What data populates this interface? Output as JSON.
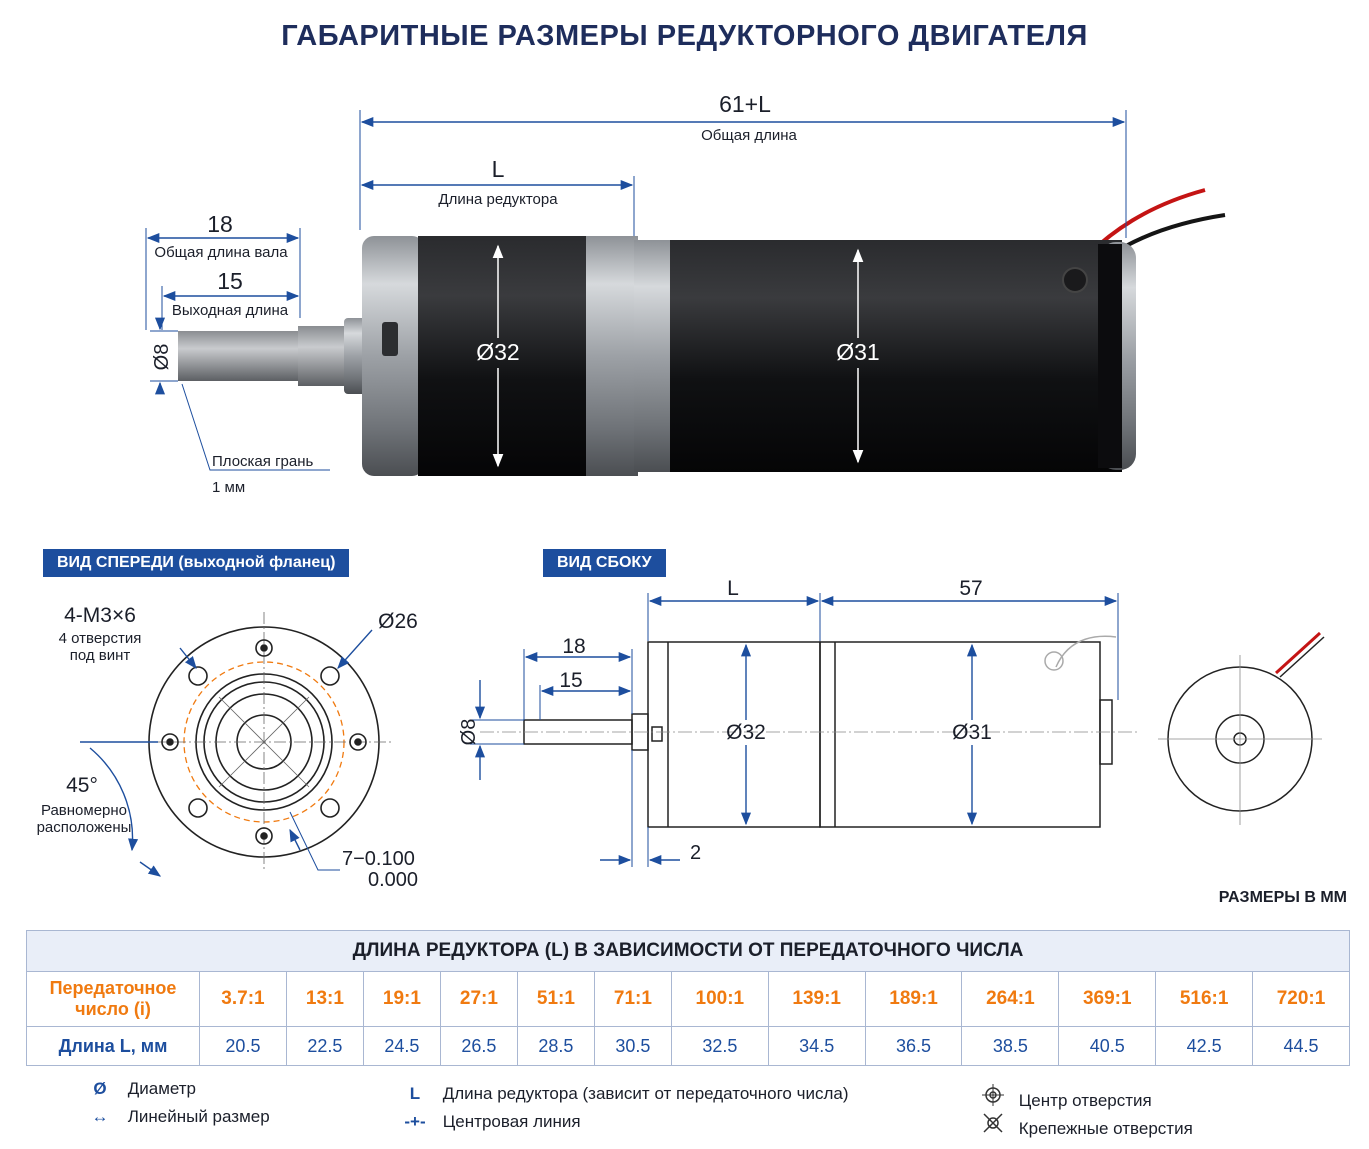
{
  "title": "ГАБАРИТНЫЕ РАЗМЕРЫ РЕДУКТОРНОГО ДВИГАТЕЛЯ",
  "top_view": {
    "overall": "61+L",
    "overall_label": "Общая длина",
    "gear_len": "L",
    "gear_len_label": "Длина редуктора",
    "shaft_total": "18",
    "shaft_total_label": "Общая длина вала",
    "shaft_out": "15",
    "shaft_out_label": "Выходная длина",
    "shaft_dia": "Ø8",
    "flat_label": "Плоская грань",
    "flat_value": "1 мм",
    "gear_dia": "Ø32",
    "motor_dia": "Ø31"
  },
  "front_view": {
    "badge": "ВИД СПЕРЕДИ (выходной фланец)",
    "holes": "4-M3×6",
    "holes_label_1": "4 отверстия",
    "holes_label_2": "под винт",
    "pcd": "Ø26",
    "angle": "45°",
    "angle_label_1": "Равномерно",
    "angle_label_2": "расположены",
    "tol_1": "7−0.100",
    "tol_2": "0.000"
  },
  "side_view": {
    "badge": "ВИД СБОКУ",
    "gear_len": "L",
    "motor_len": "57",
    "shaft_total": "18",
    "shaft_out": "15",
    "shaft_dia": "Ø8",
    "gear_dia": "Ø32",
    "motor_dia": "Ø31",
    "boss": "2"
  },
  "units": "РАЗМЕРЫ В ММ",
  "table": {
    "caption": "ДЛИНА РЕДУКТОРА (L) В ЗАВИСИМОСТИ ОТ ПЕРЕДАТОЧНОГО ЧИСЛА",
    "ratio_head_1": "Передаточное",
    "ratio_head_2": "число (i)",
    "len_head": "Длина L, мм",
    "ratios": [
      "3.7:1",
      "13:1",
      "19:1",
      "27:1",
      "51:1",
      "71:1",
      "100:1",
      "139:1",
      "189:1",
      "264:1",
      "369:1",
      "516:1",
      "720:1"
    ],
    "lengths": [
      "20.5",
      "22.5",
      "24.5",
      "26.5",
      "28.5",
      "30.5",
      "32.5",
      "34.5",
      "36.5",
      "38.5",
      "40.5",
      "42.5",
      "44.5"
    ]
  },
  "legend": {
    "dia_sym": "Ø",
    "dia": "Диаметр",
    "lin_sym": "↔",
    "lin": "Линейный размер",
    "L_sym": "L",
    "L": "Длина редуктора (зависит от передаточного числа)",
    "cl_sym": "-+-",
    "cl": "Центровая линия",
    "hole_center": "Центр отверстия",
    "mount_holes": "Крепежные отверстия"
  },
  "colors": {
    "accent": "#1d4e9e",
    "orange": "#f07a10",
    "title": "#1e2d5c"
  }
}
